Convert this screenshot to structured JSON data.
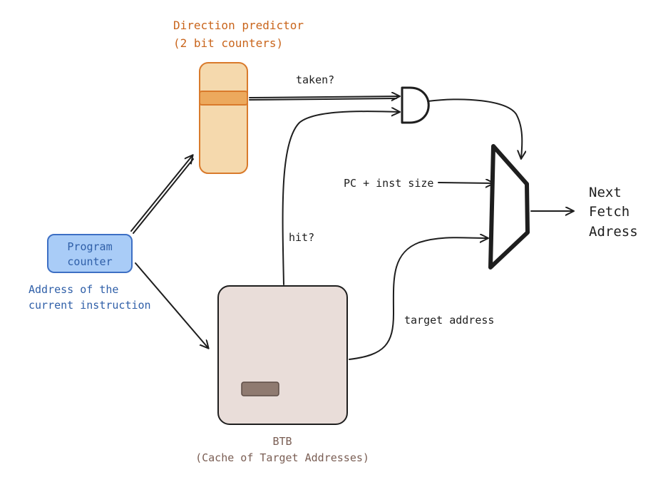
{
  "direction_predictor": {
    "title_line1": "Direction predictor",
    "title_line2": "(2 bit counters)"
  },
  "program_counter": {
    "label_line1": "Program",
    "label_line2": "counter",
    "caption_line1": "Address of the",
    "caption_line2": "current instruction"
  },
  "btb": {
    "title_line1": "BTB",
    "title_line2": "(Cache of Target Addresses)"
  },
  "signals": {
    "taken": "taken?",
    "hit": "hit?",
    "pc_plus_size": "PC + inst size",
    "target_address": "target address"
  },
  "output": {
    "line1": "Next",
    "line2": "Fetch",
    "line3": "Adress"
  },
  "colors": {
    "predictor_fill": "#f5d9ad",
    "predictor_stroke": "#d97a2b",
    "predictor_entry_fill": "#eca95d",
    "pc_fill": "#a9ccf7",
    "pc_stroke": "#3d6fc4",
    "btb_fill": "#e9ddd9",
    "btb_stroke": "#1e1e1e",
    "btb_entry_fill": "#8f7a70",
    "ink": "#1e1e1e"
  }
}
